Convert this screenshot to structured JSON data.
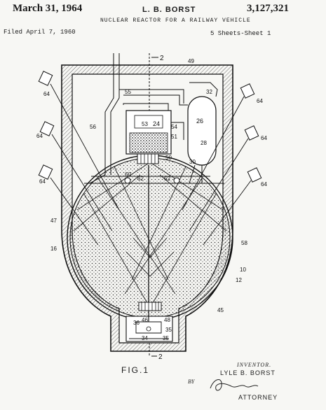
{
  "header": {
    "date": "March 31, 1964",
    "inventor": "L. B. BORST",
    "patent_number": "3,127,321",
    "title": "NUCLEAR REACTOR FOR A RAILWAY VEHICLE",
    "filed": "Filed April 7, 1960",
    "sheets": "5 Sheets-Sheet 1"
  },
  "figure": {
    "label": "FIG.1",
    "section_top": "2",
    "section_bottom": "2",
    "refs": {
      "r10": "10",
      "r12": "12",
      "r16": "16",
      "r24": "24",
      "r26": "26",
      "r28": "28",
      "r30": "30",
      "r32": "32",
      "r34": "34",
      "r35": "35",
      "r36": "36",
      "r45": "45",
      "r46": "46",
      "r47": "47",
      "r48": "48",
      "r49": "49",
      "r50": "50",
      "r51": "51",
      "r53": "53",
      "r54": "54",
      "r55": "55",
      "r56": "56",
      "r58": "58",
      "r60": "60",
      "r62": "62",
      "r64": "64"
    }
  },
  "signature": {
    "inventor_heading": "INVENTOR.",
    "inventor_name": "LYLE B. BORST",
    "by": "BY",
    "signature_text": "J. Moran",
    "attorney": "ATTORNEY"
  }
}
